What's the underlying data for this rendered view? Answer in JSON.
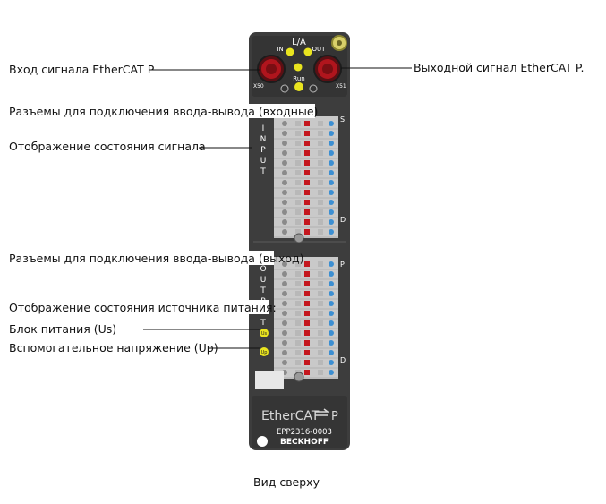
{
  "labels": {
    "ethercat_in": "Вход сигнала EtherCAT P",
    "ethercat_out": "Выходной сигнал EtherCAT P.",
    "io_input_connectors": "Разъемы для подключения ввода-вывода (входные)",
    "signal_status": "Отображение состояния сигнала",
    "io_output_connectors": "Разъемы для подключения ввода-вывода (выход)",
    "power_status": "Отображение состояния источника питания:",
    "power_supply_us": "Блок питания (Us)",
    "aux_voltage_up": "Вспомогательное напряжение (Uр)",
    "caption": "Вид сверху"
  },
  "device": {
    "la": "L/A",
    "in": "IN",
    "out": "OUT",
    "run": "Run",
    "x50": "X50",
    "x51": "X51",
    "input_letters": [
      "I",
      "N",
      "P",
      "U",
      "T"
    ],
    "output_letters": [
      "O",
      "U",
      "T",
      "P",
      "U",
      "T"
    ],
    "corner_s": "S",
    "corner_d": "D",
    "corner_p": "P",
    "us": "Us",
    "up": "Up",
    "brand": "EtherCAT",
    "brand_suffix": "P",
    "model": "EPP2316-0003",
    "maker": "BECKHOFF"
  },
  "colors": {
    "housing": "#3d3d3d",
    "housing_dark": "#2a2a2a",
    "connector_red": "#b0151d",
    "led_yellow": "#e9e41f",
    "terminal_grey": "#c9c9c9",
    "terminal_blue": "#3c8fd2",
    "terminal_red": "#c4171e"
  }
}
